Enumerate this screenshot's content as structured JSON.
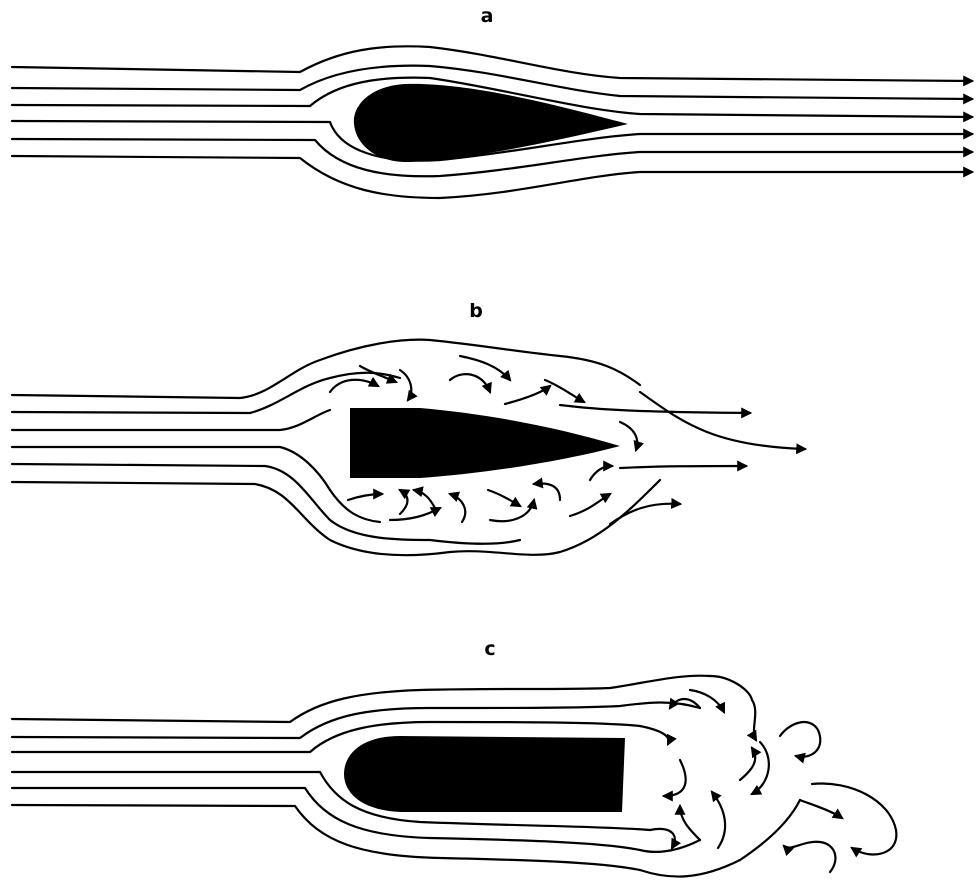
{
  "panels": [
    {
      "label": "a"
    },
    {
      "label": "b"
    },
    {
      "label": "c"
    }
  ],
  "colors": {
    "ink": "#000000",
    "background": "#ffffff"
  }
}
